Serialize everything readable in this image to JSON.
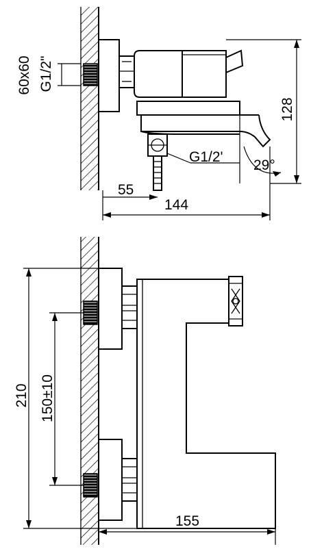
{
  "top_view": {
    "dim_wall_plate": "60x60",
    "dim_thread_inlet": "G1/2\"",
    "dim_thread_outlet": "G1/2'",
    "dim_height": "128",
    "dim_angle": "29°",
    "dim_offset": "55",
    "dim_depth": "144"
  },
  "bottom_view": {
    "dim_total_height": "210",
    "dim_centers": "150±10",
    "dim_width": "155"
  }
}
